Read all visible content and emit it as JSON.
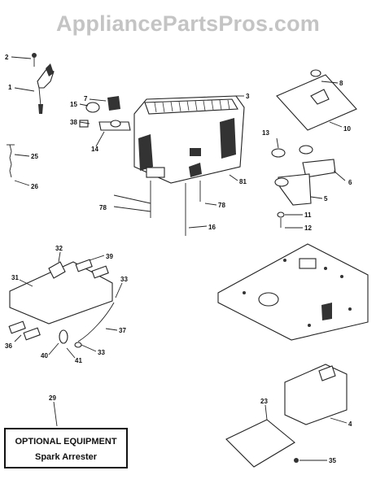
{
  "watermark": "AppliancePartsPros.com",
  "optional_box": {
    "title": "OPTIONAL EQUIPMENT",
    "subtitle": "Spark Arrester"
  },
  "callouts": [
    {
      "id": "c2",
      "label": "2"
    },
    {
      "id": "c1",
      "label": "1"
    },
    {
      "id": "c7",
      "label": "7"
    },
    {
      "id": "c3",
      "label": "3"
    },
    {
      "id": "c8",
      "label": "8"
    },
    {
      "id": "c15",
      "label": "15"
    },
    {
      "id": "c38",
      "label": "38"
    },
    {
      "id": "c14",
      "label": "14"
    },
    {
      "id": "c10",
      "label": "10"
    },
    {
      "id": "c13",
      "label": "13"
    },
    {
      "id": "c25",
      "label": "25"
    },
    {
      "id": "c6",
      "label": "6"
    },
    {
      "id": "c26",
      "label": "26"
    },
    {
      "id": "c81",
      "label": "81"
    },
    {
      "id": "c5",
      "label": "5"
    },
    {
      "id": "c78a",
      "label": "78"
    },
    {
      "id": "c78b",
      "label": "78"
    },
    {
      "id": "c11",
      "label": "11"
    },
    {
      "id": "c16",
      "label": "16"
    },
    {
      "id": "c12",
      "label": "12"
    },
    {
      "id": "c32",
      "label": "32"
    },
    {
      "id": "c39",
      "label": "39"
    },
    {
      "id": "c31",
      "label": "31"
    },
    {
      "id": "c33a",
      "label": "33"
    },
    {
      "id": "c37",
      "label": "37"
    },
    {
      "id": "c36",
      "label": "36"
    },
    {
      "id": "c40",
      "label": "40"
    },
    {
      "id": "c33b",
      "label": "33"
    },
    {
      "id": "c41",
      "label": "41"
    },
    {
      "id": "c29",
      "label": "29"
    },
    {
      "id": "c23",
      "label": "23"
    },
    {
      "id": "c4",
      "label": "4"
    },
    {
      "id": "c35",
      "label": "35"
    }
  ]
}
